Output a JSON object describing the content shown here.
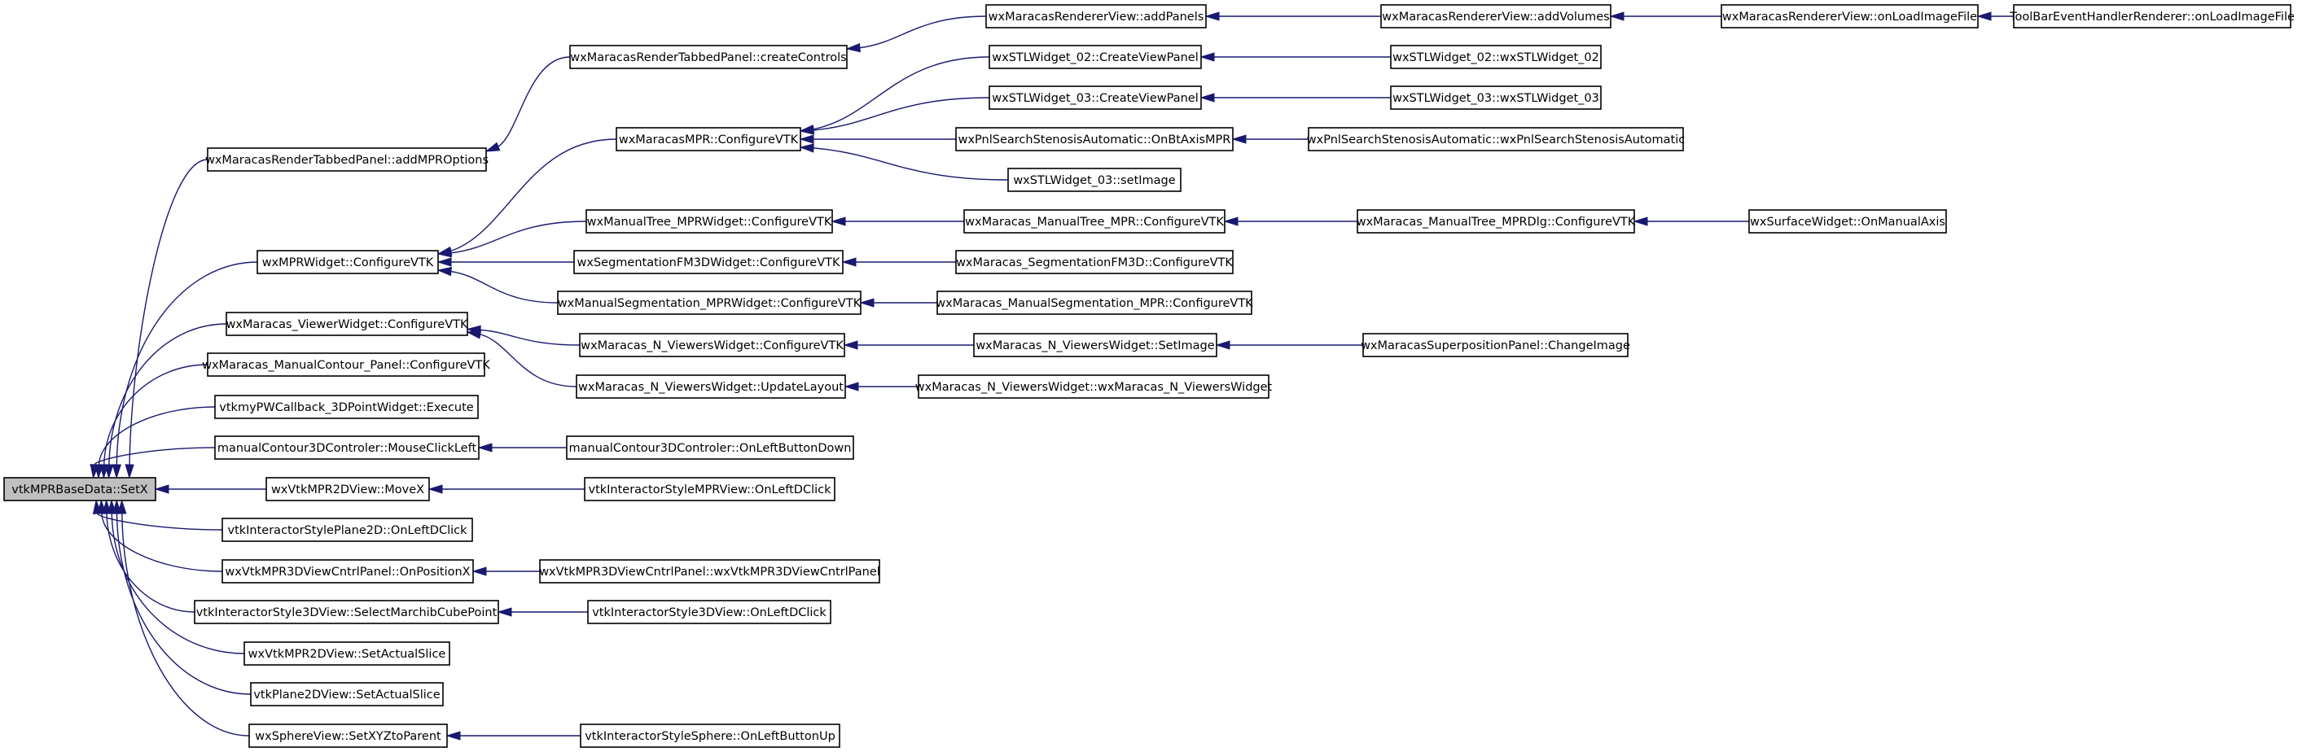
{
  "graph": {
    "colors": {
      "edge": "#191970",
      "node_fill": "#ffffff",
      "root_fill": "#bfbfbf",
      "border": "#000000"
    },
    "nodes": [
      {
        "id": "root",
        "label": "vtkMPRBaseData::SetX",
        "root": true
      },
      {
        "id": "addMPROptions",
        "label": "wxMaracasRenderTabbedPanel::addMPROptions"
      },
      {
        "id": "createControls",
        "label": "wxMaracasRenderTabbedPanel::createControls"
      },
      {
        "id": "addPanels",
        "label": "wxMaracasRendererView::addPanels"
      },
      {
        "id": "addVolumes",
        "label": "wxMaracasRendererView::addVolumes"
      },
      {
        "id": "onLoadImageFile",
        "label": "wxMaracasRendererView::onLoadImageFile"
      },
      {
        "id": "toolbarLoad",
        "label": "ToolBarEventHandlerRenderer::onLoadImageFile"
      },
      {
        "id": "mprWidgetCfg",
        "label": "wxMPRWidget::ConfigureVTK"
      },
      {
        "id": "mprCfg",
        "label": "wxMaracasMPR::ConfigureVTK"
      },
      {
        "id": "stl02Create",
        "label": "wxSTLWidget_02::CreateViewPanel"
      },
      {
        "id": "stl02Ctor",
        "label": "wxSTLWidget_02::wxSTLWidget_02"
      },
      {
        "id": "stl03Create",
        "label": "wxSTLWidget_03::CreateViewPanel"
      },
      {
        "id": "stl03Ctor",
        "label": "wxSTLWidget_03::wxSTLWidget_03"
      },
      {
        "id": "btAxis",
        "label": "wxPnlSearchStenosisAutomatic::OnBtAxisMPR"
      },
      {
        "id": "stenosisCtor",
        "label": "wxPnlSearchStenosisAutomatic::wxPnlSearchStenosisAutomatic"
      },
      {
        "id": "stl03SetImage",
        "label": "wxSTLWidget_03::setImage"
      },
      {
        "id": "manualTreeMPRW",
        "label": "wxManualTree_MPRWidget::ConfigureVTK"
      },
      {
        "id": "manualTreeMPR",
        "label": "wxMaracas_ManualTree_MPR::ConfigureVTK"
      },
      {
        "id": "manualTreeDlg",
        "label": "wxMaracas_ManualTree_MPRDlg::ConfigureVTK"
      },
      {
        "id": "surfaceAxis",
        "label": "wxSurfaceWidget::OnManualAxis"
      },
      {
        "id": "segFM3DW",
        "label": "wxSegmentationFM3DWidget::ConfigureVTK"
      },
      {
        "id": "segFM3D",
        "label": "wxMaracas_SegmentationFM3D::ConfigureVTK"
      },
      {
        "id": "manSegW",
        "label": "wxManualSegmentation_MPRWidget::ConfigureVTK"
      },
      {
        "id": "manSeg",
        "label": "wxMaracas_ManualSegmentation_MPR::ConfigureVTK"
      },
      {
        "id": "viewerW",
        "label": "wxMaracas_ViewerWidget::ConfigureVTK"
      },
      {
        "id": "nvCfg",
        "label": "wxMaracas_N_ViewersWidget::ConfigureVTK"
      },
      {
        "id": "nvSetImage",
        "label": "wxMaracas_N_ViewersWidget::SetImage"
      },
      {
        "id": "changeImage",
        "label": "wxMaracasSuperpositionPanel::ChangeImage"
      },
      {
        "id": "nvUpdate",
        "label": "wxMaracas_N_ViewersWidget::UpdateLayout"
      },
      {
        "id": "nvCtor",
        "label": "wxMaracas_N_ViewersWidget::wxMaracas_N_ViewersWidget"
      },
      {
        "id": "manContour",
        "label": "wxMaracas_ManualContour_Panel::ConfigureVTK"
      },
      {
        "id": "pwExecute",
        "label": "vtkmyPWCallback_3DPointWidget::Execute"
      },
      {
        "id": "mouseClick",
        "label": "manualContour3DControler::MouseClickLeft"
      },
      {
        "id": "leftDown",
        "label": "manualContour3DControler::OnLeftButtonDown"
      },
      {
        "id": "moveX",
        "label": "wxVtkMPR2DView::MoveX"
      },
      {
        "id": "mprViewDC",
        "label": "vtkInteractorStyleMPRView::OnLeftDClick"
      },
      {
        "id": "plane2DDC",
        "label": "vtkInteractorStylePlane2D::OnLeftDClick"
      },
      {
        "id": "onPosX",
        "label": "wxVtkMPR3DViewCntrlPanel::OnPositionX"
      },
      {
        "id": "cntrlCtor",
        "label": "wxVtkMPR3DViewCntrlPanel::wxVtkMPR3DViewCntrlPanel"
      },
      {
        "id": "selCube",
        "label": "vtkInteractorStyle3DView::SelectMarchibCubePoint"
      },
      {
        "id": "i3dDC",
        "label": "vtkInteractorStyle3DView::OnLeftDClick"
      },
      {
        "id": "mpr2dSlice",
        "label": "wxVtkMPR2DView::SetActualSlice"
      },
      {
        "id": "plane2dSlice",
        "label": "vtkPlane2DView::SetActualSlice"
      },
      {
        "id": "sphereXYZ",
        "label": "wxSphereView::SetXYZtoParent"
      },
      {
        "id": "sphereUp",
        "label": "vtkInteractorStyleSphere::OnLeftButtonUp"
      }
    ],
    "edges": [
      {
        "from": "addMPROptions",
        "to": "root"
      },
      {
        "from": "mprWidgetCfg",
        "to": "root"
      },
      {
        "from": "viewerW",
        "to": "root"
      },
      {
        "from": "manContour",
        "to": "root"
      },
      {
        "from": "pwExecute",
        "to": "root"
      },
      {
        "from": "mouseClick",
        "to": "root"
      },
      {
        "from": "moveX",
        "to": "root"
      },
      {
        "from": "plane2DDC",
        "to": "root"
      },
      {
        "from": "onPosX",
        "to": "root"
      },
      {
        "from": "selCube",
        "to": "root"
      },
      {
        "from": "mpr2dSlice",
        "to": "root"
      },
      {
        "from": "plane2dSlice",
        "to": "root"
      },
      {
        "from": "sphereXYZ",
        "to": "root"
      },
      {
        "from": "createControls",
        "to": "addMPROptions"
      },
      {
        "from": "addPanels",
        "to": "createControls"
      },
      {
        "from": "addVolumes",
        "to": "addPanels"
      },
      {
        "from": "onLoadImageFile",
        "to": "addVolumes"
      },
      {
        "from": "toolbarLoad",
        "to": "onLoadImageFile"
      },
      {
        "from": "mprCfg",
        "to": "mprWidgetCfg"
      },
      {
        "from": "manualTreeMPRW",
        "to": "mprWidgetCfg"
      },
      {
        "from": "segFM3DW",
        "to": "mprWidgetCfg"
      },
      {
        "from": "manSegW",
        "to": "mprWidgetCfg"
      },
      {
        "from": "stl02Create",
        "to": "mprCfg"
      },
      {
        "from": "stl03Create",
        "to": "mprCfg"
      },
      {
        "from": "btAxis",
        "to": "mprCfg"
      },
      {
        "from": "stl03SetImage",
        "to": "mprCfg"
      },
      {
        "from": "stl02Ctor",
        "to": "stl02Create"
      },
      {
        "from": "stl03Ctor",
        "to": "stl03Create"
      },
      {
        "from": "stenosisCtor",
        "to": "btAxis"
      },
      {
        "from": "manualTreeMPR",
        "to": "manualTreeMPRW"
      },
      {
        "from": "manualTreeDlg",
        "to": "manualTreeMPR"
      },
      {
        "from": "surfaceAxis",
        "to": "manualTreeDlg"
      },
      {
        "from": "segFM3D",
        "to": "segFM3DW"
      },
      {
        "from": "manSeg",
        "to": "manSegW"
      },
      {
        "from": "nvCfg",
        "to": "viewerW"
      },
      {
        "from": "nvUpdate",
        "to": "viewerW"
      },
      {
        "from": "nvSetImage",
        "to": "nvCfg"
      },
      {
        "from": "changeImage",
        "to": "nvSetImage"
      },
      {
        "from": "nvCtor",
        "to": "nvUpdate"
      },
      {
        "from": "leftDown",
        "to": "mouseClick"
      },
      {
        "from": "mprViewDC",
        "to": "moveX"
      },
      {
        "from": "cntrlCtor",
        "to": "onPosX"
      },
      {
        "from": "i3dDC",
        "to": "selCube"
      },
      {
        "from": "sphereUp",
        "to": "sphereXYZ"
      }
    ]
  }
}
